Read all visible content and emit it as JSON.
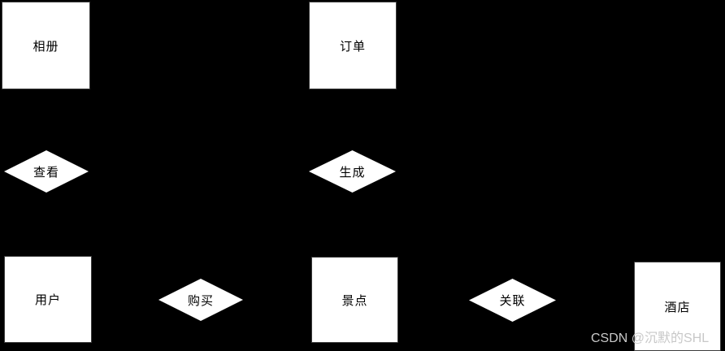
{
  "palette": {
    "bg": "#000000",
    "shape-fill": "#ffffff",
    "shape-border": "#3c3c3c",
    "text": "#000000",
    "watermark": "#c8c8c8"
  },
  "diagram": {
    "type": "er-diagram",
    "nodes": [
      {
        "id": "album",
        "shape": "rectangle",
        "label": "相册"
      },
      {
        "id": "order",
        "shape": "rectangle",
        "label": "订单"
      },
      {
        "id": "view",
        "shape": "diamond",
        "label": "查看"
      },
      {
        "id": "generate",
        "shape": "diamond",
        "label": "生成"
      },
      {
        "id": "user",
        "shape": "rectangle",
        "label": "用户"
      },
      {
        "id": "purchase",
        "shape": "diamond",
        "label": "购买"
      },
      {
        "id": "scenic",
        "shape": "rectangle",
        "label": "景点"
      },
      {
        "id": "associate",
        "shape": "diamond",
        "label": "关联"
      },
      {
        "id": "hotel",
        "shape": "rectangle",
        "label": "酒店"
      }
    ]
  },
  "watermark": {
    "text": "CSDN @沉默的SHL"
  }
}
